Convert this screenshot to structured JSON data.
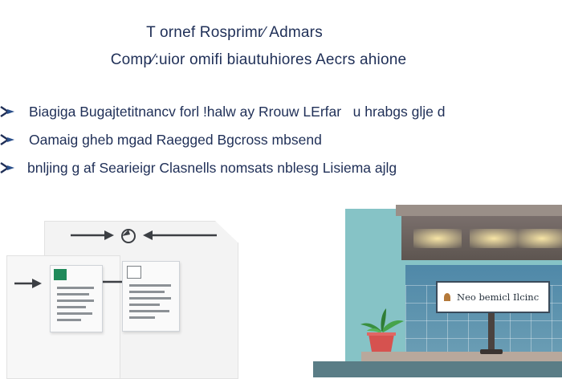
{
  "heading": {
    "line1": "T ornef Rosprimr∕ Admars",
    "line2": "Comp∕:uior omifi biautuhiores Aecrs ahione"
  },
  "rows": [
    {
      "icon": "chevron-arrow-icon",
      "text": "Biagiga Bugajtetitnancv forl !halw ay Rrouw LErfar   u hrabgs glje d"
    },
    {
      "icon": "chevron-arrow-icon",
      "text": "Oamaig gheb mgad Raegged Bgcross mbsend"
    },
    {
      "icon": "chevron-arrow-icon",
      "text": "bnljing g af Searieigr Clasnells nomsats nblesg Lisiema ajlg"
    }
  ],
  "illustration_right": {
    "sign_text": "Neo bemicl Ilcinc"
  },
  "colors": {
    "text": "#1f2f57",
    "accent_green": "#1f8a5a",
    "wall_teal": "#86c3c6"
  }
}
